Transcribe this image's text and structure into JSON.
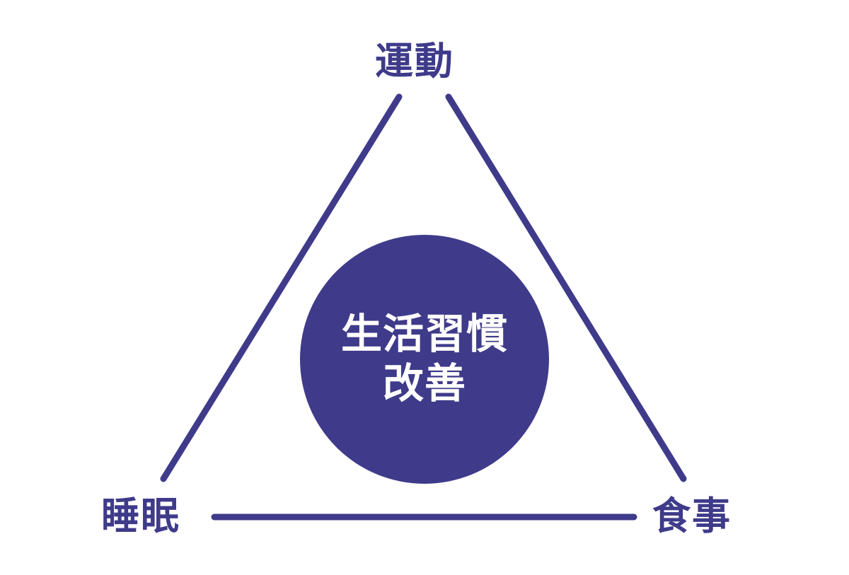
{
  "diagram": {
    "type": "triangle-cycle",
    "accent_color": "#3f3b8a",
    "background_color": "#ffffff",
    "vertices": {
      "top": {
        "label": "運動"
      },
      "bottom_left": {
        "label": "睡眠"
      },
      "bottom_right": {
        "label": "食事"
      }
    },
    "center": {
      "line1": "生活習慣",
      "line2": "改善"
    }
  }
}
